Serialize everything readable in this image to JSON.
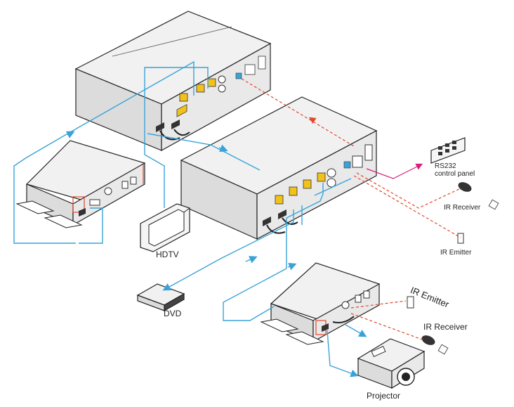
{
  "labels": {
    "rs232_line1": "RS232",
    "rs232_line2": "control panel",
    "ir_receiver_top": "IR Receiver",
    "ir_emitter_top": "IR Emitter",
    "hdtv": "HDTV",
    "dvd": "DVD",
    "ir_emitter_bottom": "IR Emitter",
    "ir_receiver_bottom": "IR Receiver",
    "projector": "Projector"
  },
  "colors": {
    "hdmi_cable": "#39a3d8",
    "ir_cable": "#e0492e",
    "rs232_cable": "#d6207a",
    "device_body": "#ececec",
    "device_outline": "#222222",
    "port_yellow": "#f2c21a"
  }
}
